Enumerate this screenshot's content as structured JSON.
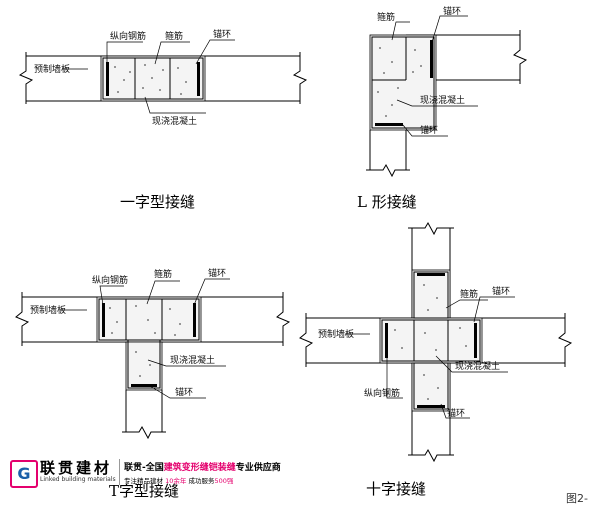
{
  "labels": {
    "longitudinal_rebar": "纵向钢筋",
    "stirrup": "箍筋",
    "anchor_ring": "锚环",
    "precast_wall": "预制墙板",
    "cast_concrete": "现浇混凝土"
  },
  "titles": {
    "straight_joint": "一字型接缝",
    "l_joint": "L 形接缝",
    "t_joint": "T字型接缝",
    "cross_joint": "十字接缝"
  },
  "brand": {
    "logo_letter": "G",
    "name": "联贯建材",
    "name_en": "Linked building materials",
    "slogan_pre": "联贯-全国",
    "slogan_highlight": "建筑变形缝铠装缝",
    "slogan_post": "专业供应商",
    "sub_pre": "专注精品建材",
    "sub_highlight1": "10余年",
    "sub_mid": "成功服务",
    "sub_highlight2": "500强"
  },
  "figure_number": "图2-",
  "colors": {
    "brand_magenta": "#e4006d",
    "brand_blue": "#1b5fa8",
    "line": "#000000"
  }
}
